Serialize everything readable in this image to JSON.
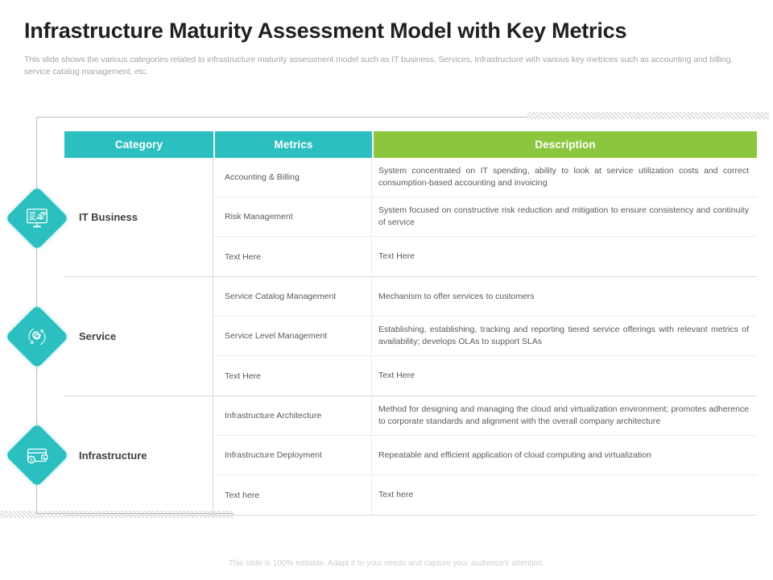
{
  "slide": {
    "title": "Infrastructure Maturity Assessment Model with Key Metrics",
    "subtitle": "This slide shows the various categories related to infrastructure maturity assessment model such as IT business, Services, Infrastructure with various key metrices such as accounting and billing, service catalog management, etc.",
    "footer": "This slide is 100% editable. Adapt it to your needs and capture your audience's attention."
  },
  "colors": {
    "teal": "#2bbfc0",
    "green": "#8cc63e",
    "title_text": "#231f20",
    "body_text": "#595959",
    "category_text": "#3f3f3f",
    "muted": "#a6a6a6",
    "border": "#d9d9d9"
  },
  "table": {
    "headers": {
      "category": "Category",
      "metrics": "Metrics",
      "description": "Description"
    },
    "groups": [
      {
        "icon": "monitor-chart-icon",
        "category": "IT Business",
        "rows": [
          {
            "metric": "Accounting & Billing",
            "description": "System concentrated on IT spending, ability to look at service utilization costs and correct consumption-based accounting and invoicing"
          },
          {
            "metric": "Risk Management",
            "description": "System focused on constructive risk reduction and mitigation to ensure consistency and continuity of service"
          },
          {
            "metric": "Text Here",
            "description": "Text Here"
          }
        ]
      },
      {
        "icon": "gear-settings-icon",
        "category": "Service",
        "rows": [
          {
            "metric": "Service Catalog Management",
            "description": "Mechanism to offer services to customers"
          },
          {
            "metric": "Service Level Management",
            "description": "Establishing, establishing, tracking and reporting tiered service offerings with relevant metrics of availability; develops OLAs to support SLAs"
          },
          {
            "metric": "Text Here",
            "description": "Text Here"
          }
        ]
      },
      {
        "icon": "wallet-card-icon",
        "category": "Infrastructure",
        "rows": [
          {
            "metric": "Infrastructure Architecture",
            "description": "Method for designing and managing the cloud and virtualization environment; promotes adherence to corporate standards and alignment with the overall company architecture"
          },
          {
            "metric": "Infrastructure Deployment",
            "description": "Repeatable and efficient application of cloud computing and virtualization"
          },
          {
            "metric": "Text here",
            "description": "Text here"
          }
        ]
      }
    ]
  }
}
